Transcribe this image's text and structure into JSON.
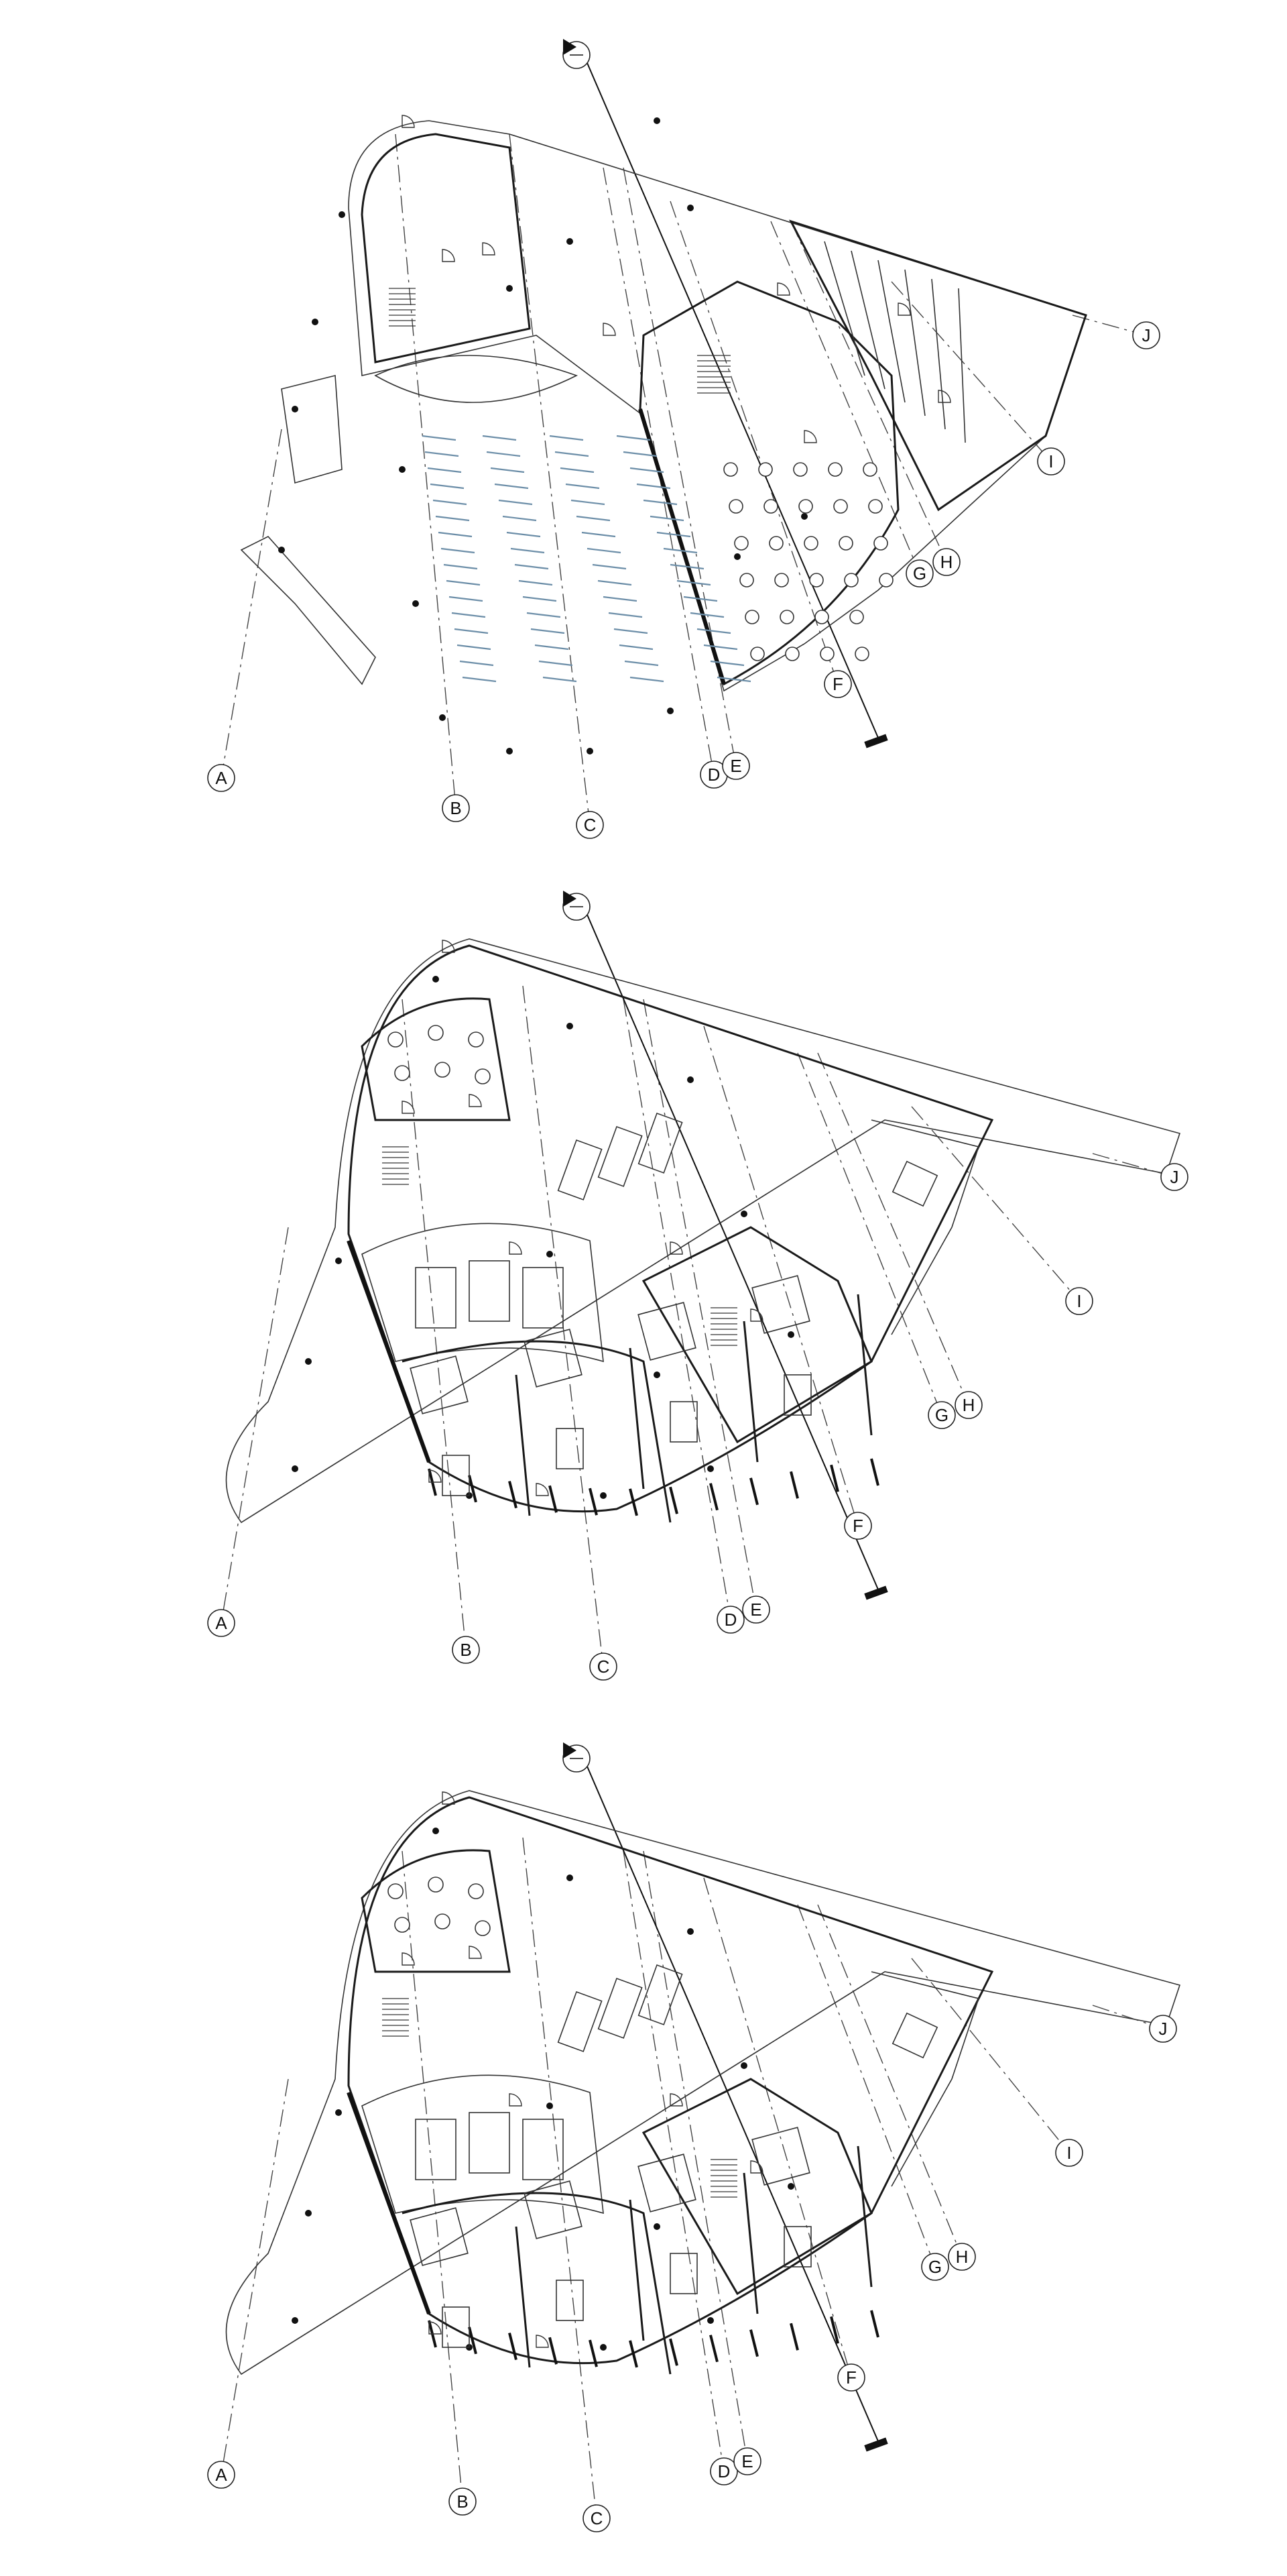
{
  "sheet": {
    "plans": [
      {
        "name": "plan-1",
        "gridlines": [
          "A",
          "B",
          "C",
          "D",
          "E",
          "F",
          "G",
          "H",
          "I",
          "J"
        ]
      },
      {
        "name": "plan-2",
        "gridlines": [
          "A",
          "B",
          "C",
          "D",
          "E",
          "F",
          "G",
          "H",
          "I",
          "J"
        ]
      },
      {
        "name": "plan-3",
        "gridlines": [
          "A",
          "B",
          "C",
          "D",
          "E",
          "F",
          "G",
          "H",
          "I",
          "J"
        ]
      }
    ]
  },
  "colors": {
    "line": "#1a1a1a",
    "parking_stall": "#6c8ea8",
    "background": "#ffffff"
  },
  "icons": [
    "section-cut-marker-icon",
    "north-arrow-icon"
  ]
}
